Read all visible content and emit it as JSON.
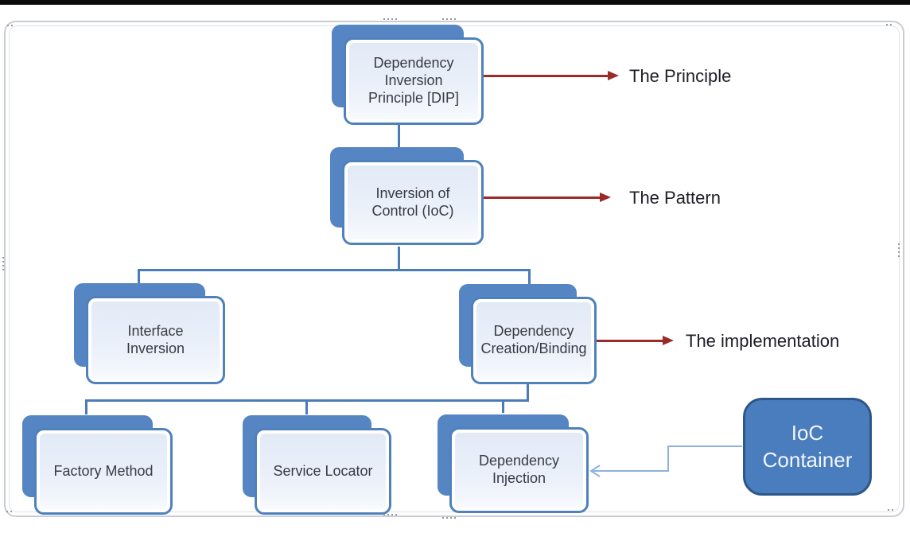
{
  "diagram": {
    "nodes": [
      {
        "label": "Dependency\nInversion\nPrinciple [DIP]"
      },
      {
        "label": "Inversion of\nControl (IoC)"
      },
      {
        "label": "Interface\nInversion"
      },
      {
        "label": "Dependency\nCreation/Binding"
      },
      {
        "label": "Factory Method"
      },
      {
        "label": "Service Locator"
      },
      {
        "label": "Dependency\nInjection"
      }
    ],
    "ioc_container": {
      "label": "IoC\nContainer"
    },
    "annotations": [
      {
        "label": "The Principle"
      },
      {
        "label": "The Pattern"
      },
      {
        "label": "The implementation"
      }
    ],
    "colors": {
      "node_border_blue": "#4f81bd",
      "node_shadow_blue": "#5585c2",
      "node_fill": "#ecf1fa",
      "connector_blue": "#4a7cb8",
      "light_connector_blue": "#8fb2dd",
      "arrow_red": "#9a2b28",
      "ioc_container_fill": "#4a7dbd",
      "ioc_container_border": "#2c5788",
      "frame_gray": "#c9cdd1",
      "top_bar_black": "#0b0b0b"
    }
  }
}
